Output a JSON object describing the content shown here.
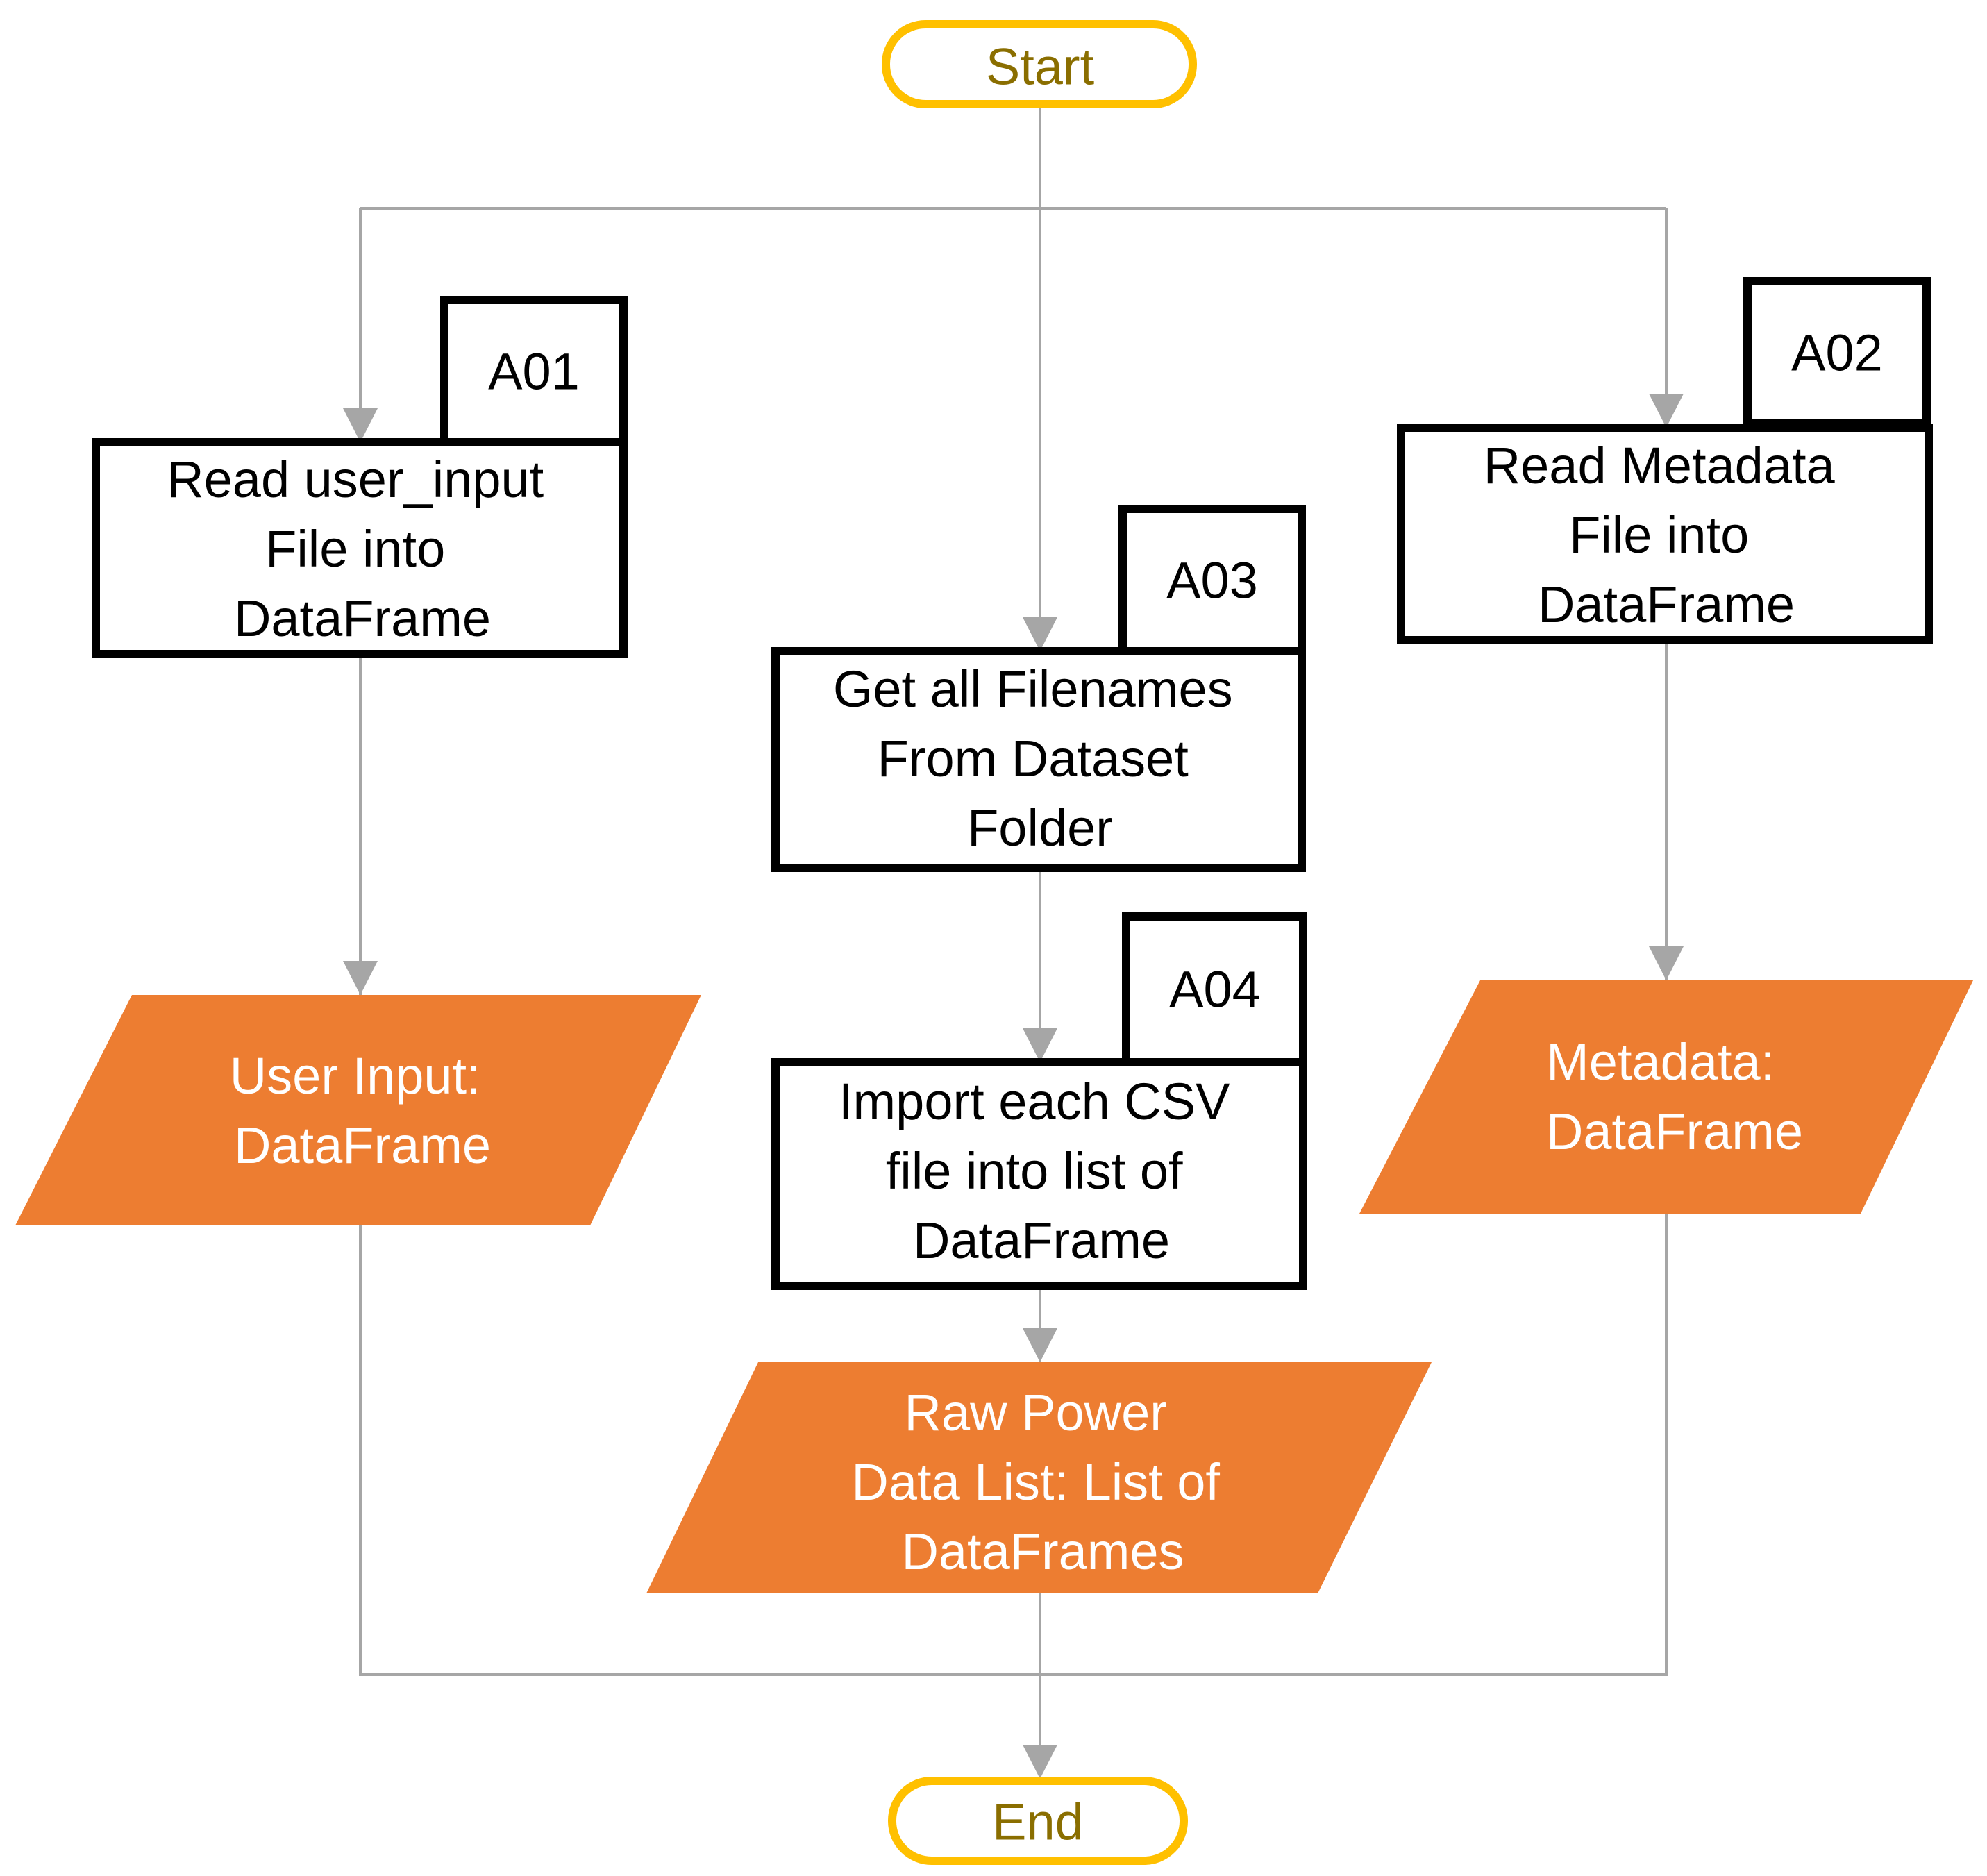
{
  "colors": {
    "terminal_stroke": "#FFC000",
    "terminal_text": "#8A6E00",
    "data_fill": "#ED7D31",
    "data_text": "#FFFFFF",
    "process_stroke": "#000000",
    "connector": "#A6A6A6"
  },
  "start": {
    "label": "Start"
  },
  "end": {
    "label": "End"
  },
  "processes": [
    {
      "tag": "A01",
      "lines": [
        "Read  user_input",
        "File into",
        "DataFrame"
      ]
    },
    {
      "tag": "A02",
      "lines": [
        "Read  Metadata",
        "File into",
        "DataFrame"
      ]
    },
    {
      "tag": "A03",
      "lines": [
        "Get all Filenames",
        "From Dataset",
        "Folder"
      ]
    },
    {
      "tag": "A04",
      "lines": [
        "Import each CSV",
        "file into list of",
        "DataFrame"
      ]
    }
  ],
  "data_outputs": [
    {
      "lines": [
        "User Input:",
        "DataFrame"
      ]
    },
    {
      "lines": [
        "Metadata:",
        "DataFrame"
      ]
    },
    {
      "lines": [
        "Raw Power",
        "Data List: List of",
        "DataFrames"
      ]
    }
  ]
}
